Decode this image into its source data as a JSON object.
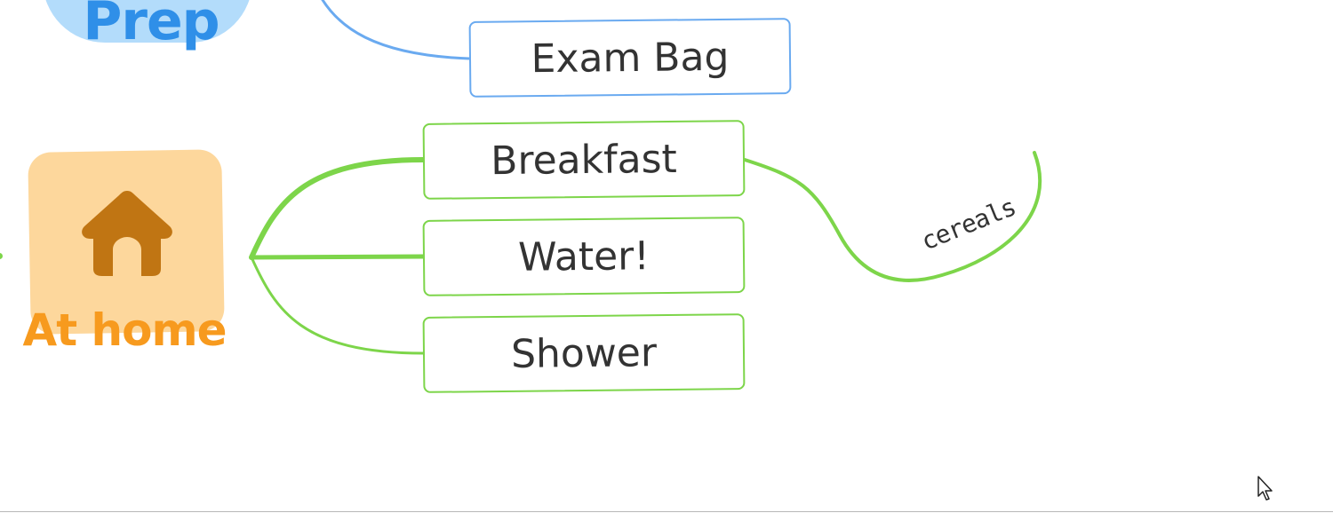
{
  "topics": {
    "prep": {
      "label": "Prep",
      "color": "#2f8fe8",
      "fill": "#b3dcfb"
    },
    "at_home": {
      "label": "At home",
      "color": "#f79a1e",
      "fill": "#fdd79c",
      "icon": "house-icon"
    }
  },
  "nodes": {
    "exam_bag": {
      "label": "Exam Bag"
    },
    "breakfast": {
      "label": "Breakfast"
    },
    "water": {
      "label": "Water!"
    },
    "shower": {
      "label": "Shower"
    }
  },
  "annotations": {
    "cereals": {
      "label": "cereals"
    }
  },
  "colors": {
    "blue_branch": "#6aaaf0",
    "green_branch": "#7dd54a",
    "text": "#333333"
  },
  "cursor": {
    "icon": "mouse-pointer-icon"
  }
}
